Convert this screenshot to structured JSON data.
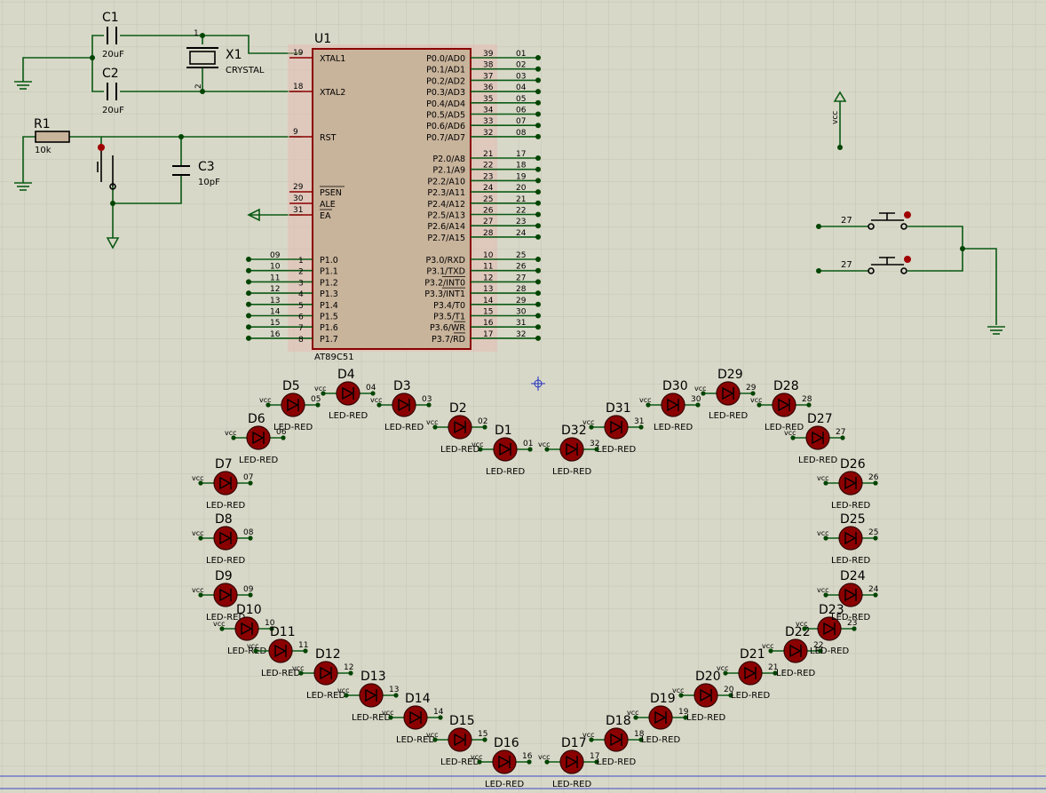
{
  "colors": {
    "background": "#d8d8c8",
    "grid": "#c4c4b4",
    "wire": "#0a5a14",
    "pin": "#8b0000",
    "chip_fill": "#c8b39b",
    "chip_border": "#8b0000",
    "led_fill": "#8b0000",
    "junction": "#004400",
    "bottom_line": "#3c48c8"
  },
  "crystal_section": {
    "c1": {
      "name": "C1",
      "value": "20uF"
    },
    "c2": {
      "name": "C2",
      "value": "20uF"
    },
    "x1": {
      "name": "X1",
      "value": "CRYSTAL",
      "pin1": "1",
      "pin2": "2"
    }
  },
  "reset_section": {
    "r1": {
      "name": "R1",
      "value": "10k"
    },
    "c3": {
      "name": "C3",
      "value": "10pF"
    }
  },
  "chip": {
    "ref": "U1",
    "part": "AT89C51",
    "left_pins": [
      {
        "num": "19",
        "name": "XTAL1"
      },
      {
        "num": "18",
        "name": "XTAL2"
      },
      {
        "num": "9",
        "name": "RST"
      },
      {
        "num": "29",
        "name": "PSEN"
      },
      {
        "num": "30",
        "name": "ALE"
      },
      {
        "num": "31",
        "name": "EA"
      }
    ],
    "p1_pins": [
      {
        "num": "1",
        "name": "P1.0",
        "net": "09"
      },
      {
        "num": "2",
        "name": "P1.1",
        "net": "10"
      },
      {
        "num": "3",
        "name": "P1.2",
        "net": "11"
      },
      {
        "num": "4",
        "name": "P1.3",
        "net": "12"
      },
      {
        "num": "5",
        "name": "P1.4",
        "net": "13"
      },
      {
        "num": "6",
        "name": "P1.5",
        "net": "14"
      },
      {
        "num": "7",
        "name": "P1.6",
        "net": "15"
      },
      {
        "num": "8",
        "name": "P1.7",
        "net": "16"
      }
    ],
    "right_pins": [
      {
        "num": "39",
        "name": "P0.0/AD0",
        "net": "01"
      },
      {
        "num": "38",
        "name": "P0.1/AD1",
        "net": "02"
      },
      {
        "num": "37",
        "name": "P0.2/AD2",
        "net": "03"
      },
      {
        "num": "36",
        "name": "P0.3/AD3",
        "net": "04"
      },
      {
        "num": "35",
        "name": "P0.4/AD4",
        "net": "05"
      },
      {
        "num": "34",
        "name": "P0.5/AD5",
        "net": "06"
      },
      {
        "num": "33",
        "name": "P0.6/AD6",
        "net": "07"
      },
      {
        "num": "32",
        "name": "P0.7/AD7",
        "net": "08"
      },
      {
        "num": "21",
        "name": "P2.0/A8",
        "net": "17"
      },
      {
        "num": "22",
        "name": "P2.1/A9",
        "net": "18"
      },
      {
        "num": "23",
        "name": "P2.2/A10",
        "net": "19"
      },
      {
        "num": "24",
        "name": "P2.3/A11",
        "net": "20"
      },
      {
        "num": "25",
        "name": "P2.4/A12",
        "net": "21"
      },
      {
        "num": "26",
        "name": "P2.5/A13",
        "net": "22"
      },
      {
        "num": "27",
        "name": "P2.6/A14",
        "net": "23"
      },
      {
        "num": "28",
        "name": "P2.7/A15",
        "net": "24"
      },
      {
        "num": "10",
        "name": "P3.0/RXD",
        "net": "25"
      },
      {
        "num": "11",
        "name": "P3.1/TXD",
        "net": "26"
      },
      {
        "num": "12",
        "name": "P3.2/INT0",
        "net": "27"
      },
      {
        "num": "13",
        "name": "P3.3/INT1",
        "net": "28"
      },
      {
        "num": "14",
        "name": "P3.4/T0",
        "net": "29"
      },
      {
        "num": "15",
        "name": "P3.5/T1",
        "net": "30"
      },
      {
        "num": "16",
        "name": "P3.6/WR",
        "net": "31"
      },
      {
        "num": "17",
        "name": "P3.7/RD",
        "net": "32"
      }
    ]
  },
  "vcc_label": "vcc",
  "switch_nets": [
    "27",
    "27"
  ],
  "led_type": "LED-RED",
  "leds": [
    {
      "ref": "D1",
      "net": "01"
    },
    {
      "ref": "D2",
      "net": "02"
    },
    {
      "ref": "D3",
      "net": "03"
    },
    {
      "ref": "D4",
      "net": "04"
    },
    {
      "ref": "D5",
      "net": "05"
    },
    {
      "ref": "D6",
      "net": "06"
    },
    {
      "ref": "D7",
      "net": "07"
    },
    {
      "ref": "D8",
      "net": "08"
    },
    {
      "ref": "D9",
      "net": "09"
    },
    {
      "ref": "D10",
      "net": "10"
    },
    {
      "ref": "D11",
      "net": "11"
    },
    {
      "ref": "D12",
      "net": "12"
    },
    {
      "ref": "D13",
      "net": "13"
    },
    {
      "ref": "D14",
      "net": "14"
    },
    {
      "ref": "D15",
      "net": "15"
    },
    {
      "ref": "D16",
      "net": "16"
    },
    {
      "ref": "D17",
      "net": "17"
    },
    {
      "ref": "D18",
      "net": "18"
    },
    {
      "ref": "D19",
      "net": "19"
    },
    {
      "ref": "D20",
      "net": "20"
    },
    {
      "ref": "D21",
      "net": "21"
    },
    {
      "ref": "D22",
      "net": "22"
    },
    {
      "ref": "D23",
      "net": "23"
    },
    {
      "ref": "D24",
      "net": "24"
    },
    {
      "ref": "D25",
      "net": "25"
    },
    {
      "ref": "D26",
      "net": "26"
    },
    {
      "ref": "D27",
      "net": "27"
    },
    {
      "ref": "D28",
      "net": "28"
    },
    {
      "ref": "D29",
      "net": "29"
    },
    {
      "ref": "D30",
      "net": "30"
    },
    {
      "ref": "D31",
      "net": "31"
    },
    {
      "ref": "D32",
      "net": "32"
    }
  ]
}
